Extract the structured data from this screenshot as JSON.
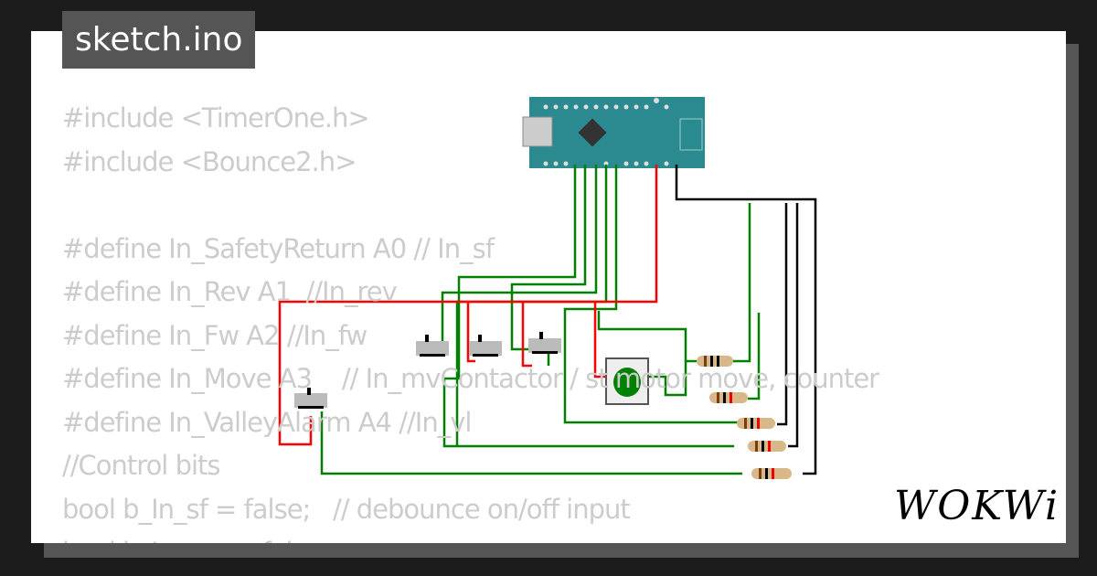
{
  "title": "sketch.ino",
  "code_lines": [
    "#include <TimerOne.h>",
    "#include <Bounce2.h>",
    "",
    "#define In_SafetyReturn A0 // In_sf",
    "#define In_Rev A1  //In_rev",
    "#define In_Fw A2 //In_fw",
    "#define In_Move A3    // In_mvContactor / st motor move, counter",
    "#define In_ValleyAlarm A4 //In_vl",
    "//Control bits",
    "bool b_In_sf = false;   // debounce on/off input",
    "bool b_In_rev = false;"
  ],
  "logo": "WOKWi",
  "colors": {
    "wire_signal": "#008000",
    "wire_power": "#ff0000",
    "wire_ground": "#000000",
    "board": "#2a8a8f",
    "button": "#008000"
  }
}
